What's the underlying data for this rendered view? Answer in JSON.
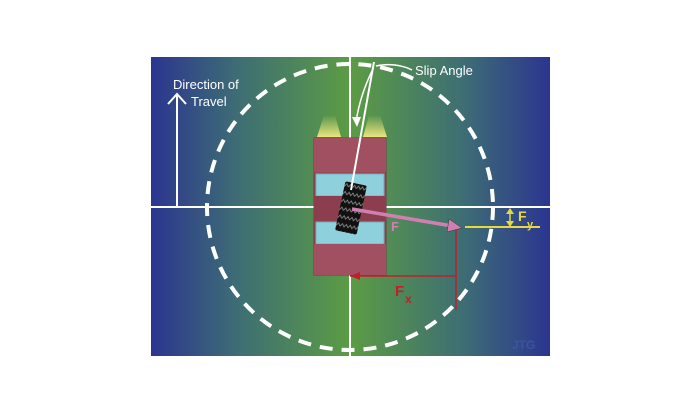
{
  "labels": {
    "direction_line1": "Direction of",
    "direction_line2": "Travel",
    "slip_angle": "Slip Angle",
    "force": "F",
    "fx_main": "F",
    "fx_sub": "x",
    "fy_main": "F",
    "fy_sub": "y",
    "watermark": "JTG"
  },
  "colors": {
    "background_edge": "#2e3a8c",
    "background_center": "#5a9a42",
    "car_body": "#9a4656",
    "window_glass": "#8ed0dc",
    "headlight_glow": "#e8e07a",
    "tire": "#111111",
    "force_arrow": "#d080b0",
    "fx_color": "#c0202a",
    "fy_color": "#e8d840",
    "axis_lines": "#ffffff",
    "friction_circle": "#ffffff"
  }
}
